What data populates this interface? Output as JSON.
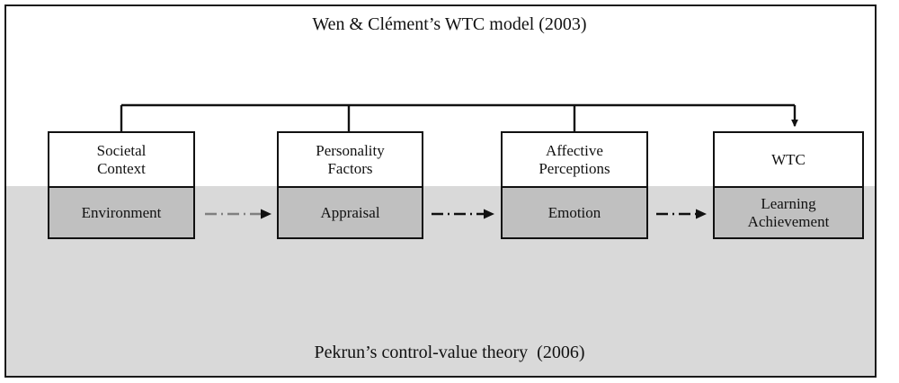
{
  "figure": {
    "top_title": "Wen & Clément’s WTC model (2003)",
    "bottom_title": "Pekrun’s control-value theory  (2006)",
    "colors": {
      "frame_border": "#1a1a1a",
      "band_fill": "#d9d9d9",
      "node_upper_fill": "#ffffff",
      "node_lower_fill": "#c0c0c0",
      "node_border": "#111111",
      "connector_line": "#111111",
      "first_flow_arrow": "#808080",
      "flow_arrow": "#111111"
    }
  },
  "nodes": [
    {
      "id": "societal-context",
      "upper_label": "Societal\nContext",
      "lower_label": "Environment"
    },
    {
      "id": "personality-factors",
      "upper_label": "Personality\nFactors",
      "lower_label": "Appraisal"
    },
    {
      "id": "affective-perceptions",
      "upper_label": "Affective\nPerceptions",
      "lower_label": "Emotion"
    },
    {
      "id": "wtc",
      "upper_label": "WTC",
      "lower_label": "Learning\nAchievement"
    }
  ],
  "connectors": {
    "bus": {
      "style": "solid",
      "description": "horizontal bus linking the three upper nodes into WTC with a downward arrowhead"
    },
    "flows": [
      {
        "from": "environment",
        "to": "appraisal",
        "style": "dash-dot",
        "color": "#808080"
      },
      {
        "from": "appraisal",
        "to": "emotion",
        "style": "dash-dot",
        "color": "#111111"
      },
      {
        "from": "emotion",
        "to": "learning-achievement",
        "style": "dash-dot",
        "color": "#111111"
      }
    ]
  }
}
